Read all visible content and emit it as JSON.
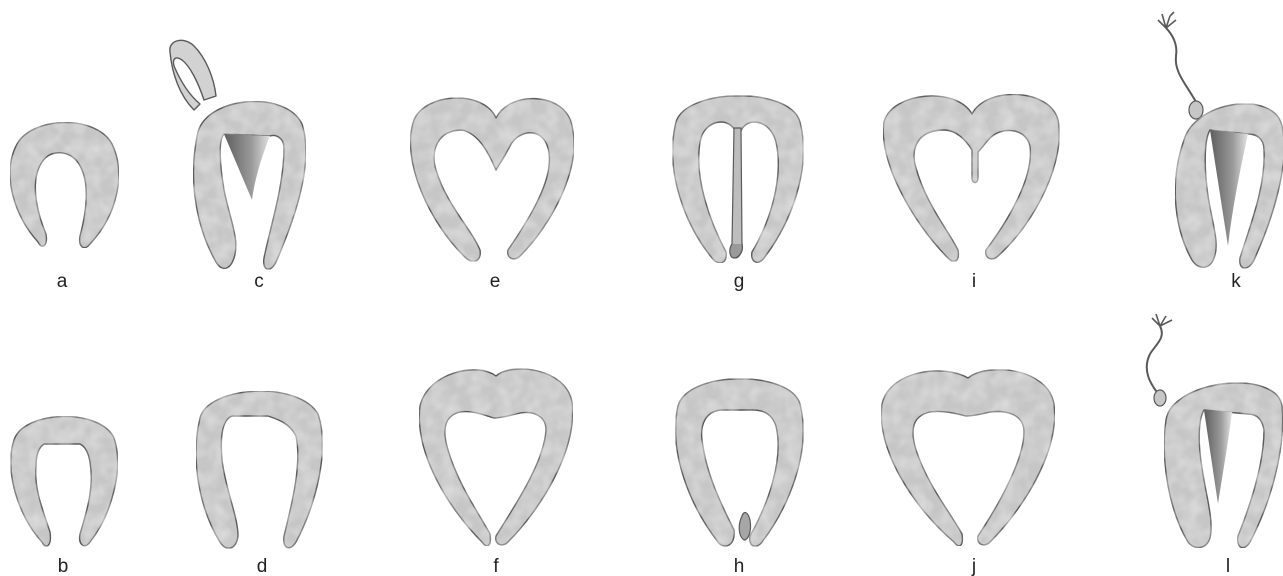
{
  "figure": {
    "background": "#ffffff",
    "body_fill": "#c8c8c8",
    "outline": "#5a5a5a",
    "shadow": "#7a7a7a",
    "panels": [
      {
        "id": "a",
        "label": "a"
      },
      {
        "id": "b",
        "label": "b"
      },
      {
        "id": "c",
        "label": "c"
      },
      {
        "id": "d",
        "label": "d"
      },
      {
        "id": "e",
        "label": "e"
      },
      {
        "id": "f",
        "label": "f"
      },
      {
        "id": "g",
        "label": "g"
      },
      {
        "id": "h",
        "label": "h"
      },
      {
        "id": "i",
        "label": "i"
      },
      {
        "id": "j",
        "label": "j"
      },
      {
        "id": "k",
        "label": "k"
      },
      {
        "id": "l",
        "label": "l"
      }
    ]
  }
}
